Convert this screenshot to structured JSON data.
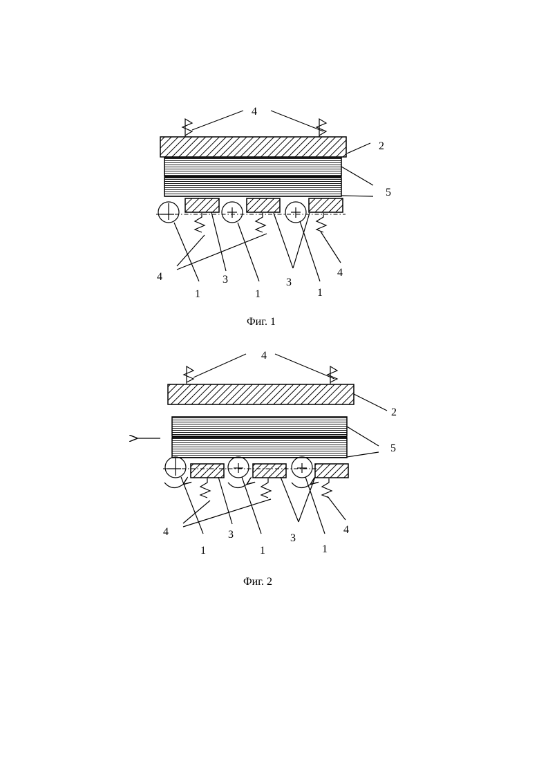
{
  "figures": [
    {
      "caption": "Фиг. 1",
      "labels": {
        "spring": "4",
        "plate": "2",
        "stack": "5",
        "springs_left": "4",
        "springs_right": "4",
        "pad_a": "3",
        "pad_b": "3",
        "roller_a": "1",
        "roller_b": "1",
        "roller_c": "1"
      }
    },
    {
      "caption": "Фиг. 2",
      "labels": {
        "spring": "4",
        "plate": "2",
        "stack": "5",
        "springs_left": "4",
        "springs_right": "4",
        "pad_a": "3",
        "pad_b": "3",
        "roller_a": "1",
        "roller_b": "1",
        "roller_c": "1"
      }
    }
  ]
}
